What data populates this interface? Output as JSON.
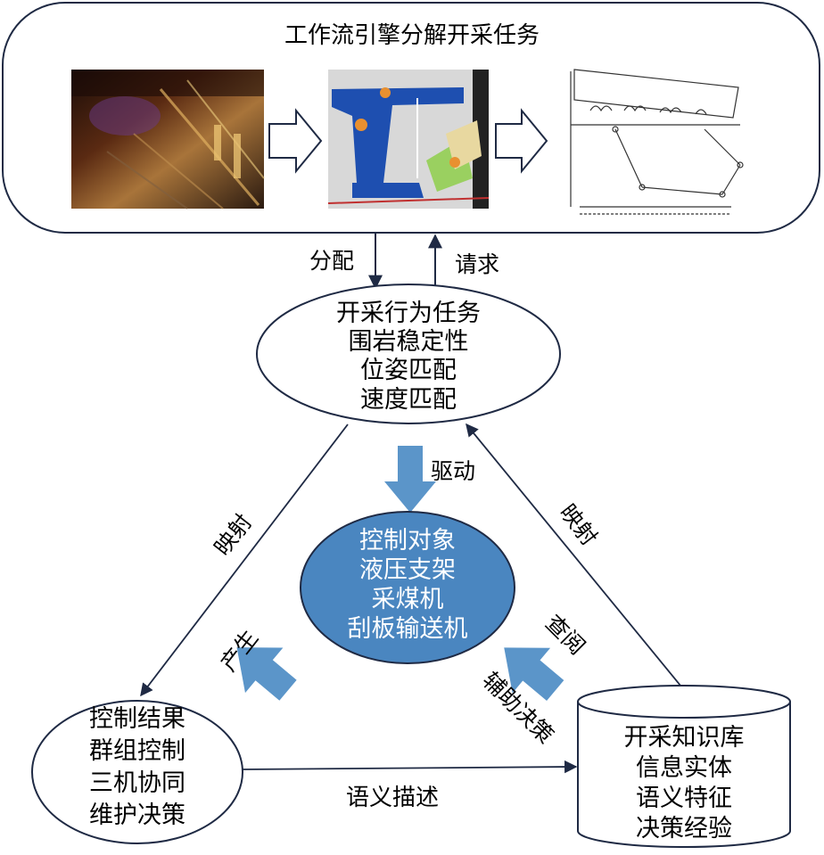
{
  "title": "工作流引擎分解开采任务",
  "arrows": {
    "assign": "分配",
    "request": "请求",
    "drive": "驱动",
    "generate": "产生",
    "query": "查阅",
    "assist_decision": "辅助决策",
    "map_left": "映射",
    "map_right": "映射",
    "semantic_description": "语义描述"
  },
  "nodes": {
    "task": [
      "开采行为任务",
      "围岩稳定性",
      "位姿匹配",
      "速度匹配"
    ],
    "control_object": [
      "控制对象",
      "液压支架",
      "采煤机",
      "刮板输送机"
    ],
    "control_result": [
      "控制结果",
      "群组控制",
      "三机协同",
      "维护决策"
    ],
    "knowledge_base": [
      "开采知识库",
      "信息实体",
      "语义特征",
      "决策经验"
    ]
  },
  "colors": {
    "stroke": "#1f2a44",
    "fill_blue": "#4a86c0",
    "arrow_blue": "#5b95c9"
  }
}
